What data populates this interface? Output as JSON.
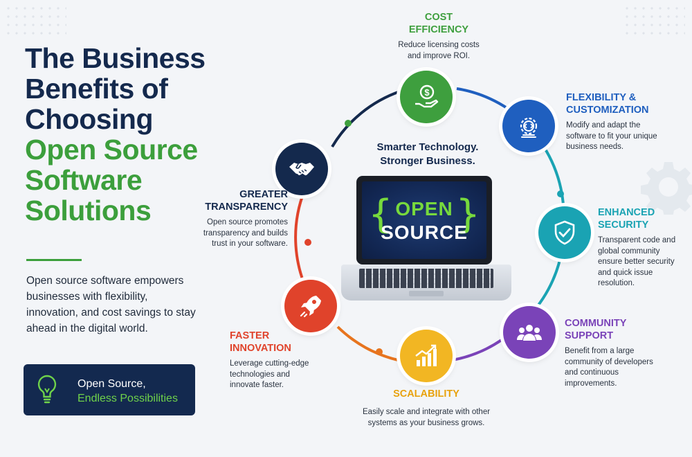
{
  "headline": {
    "line1": "The Business",
    "line2": "Benefits of",
    "line3": "Choosing",
    "line4": "Open Source",
    "line5": "Software",
    "line6": "Solutions"
  },
  "intro": "Open source software empowers businesses with flexibility, innovation, and cost savings to stay ahead in the digital world.",
  "tagline": {
    "line1": "Open Source,",
    "line2": "Endless Possibilities"
  },
  "center": {
    "line1": "Smarter Technology.",
    "line2": "Stronger Business.",
    "screen_word1": "OPEN",
    "screen_word2": "SOURCE"
  },
  "benefits": {
    "cost": {
      "title1": "COST",
      "title2": "EFFICIENCY",
      "desc": "Reduce licensing costs and improve ROI.",
      "color": "#3e9f3e",
      "icon": "dollar-hand-icon"
    },
    "flexibility": {
      "title1": "FLEXIBILITY &",
      "title2": "CUSTOMIZATION",
      "desc": "Modify and adapt the software to fit your unique business needs.",
      "color": "#1f5fbf",
      "icon": "gear-code-icon"
    },
    "security": {
      "title1": "ENHANCED",
      "title2": "SECURITY",
      "desc": "Transparent code and global community ensure better security and quick issue resolution.",
      "color": "#1aa3b3",
      "icon": "shield-check-icon"
    },
    "community": {
      "title1": "COMMUNITY",
      "title2": "SUPPORT",
      "desc": "Benefit from a large community of developers and continuous improvements.",
      "color": "#7a43b8",
      "icon": "people-group-icon"
    },
    "scalability": {
      "title1": "SCALABILITY",
      "title2": "",
      "desc": "Easily scale and integrate with other systems as your business grows.",
      "color": "#f2b623",
      "icon": "growth-chart-icon"
    },
    "innovation": {
      "title1": "FASTER",
      "title2": "INNOVATION",
      "desc": "Leverage cutting-edge technologies and innovate faster.",
      "color": "#e0432b",
      "icon": "rocket-icon"
    },
    "transparency": {
      "title1": "GREATER",
      "title2": "TRANSPARENCY",
      "desc": "Open source promotes transparency and builds trust in your software.",
      "color": "#14294d",
      "icon": "handshake-icon"
    }
  }
}
